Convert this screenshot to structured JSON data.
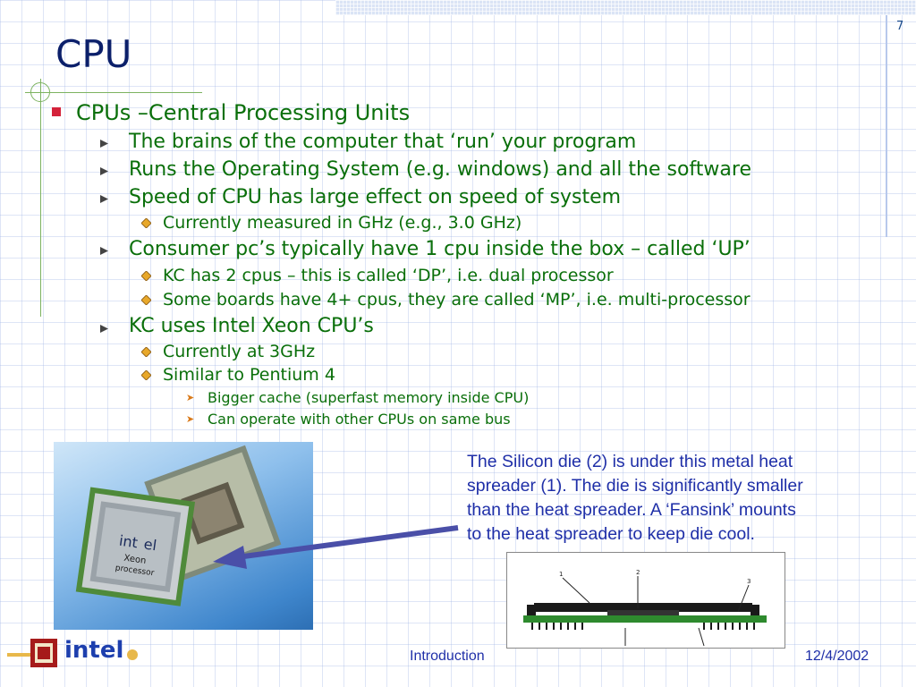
{
  "slide": {
    "number": "7",
    "title": "CPU"
  },
  "bullets": [
    {
      "level": 1,
      "text": "CPUs –Central Processing Units"
    },
    {
      "level": 2,
      "text": "The brains of the computer that ‘run’ your program"
    },
    {
      "level": 2,
      "text": "Runs the Operating System (e.g. windows) and all the software"
    },
    {
      "level": 2,
      "text": "Speed of CPU has large effect on speed of system"
    },
    {
      "level": 3,
      "text": "Currently measured in GHz (e.g., 3.0 GHz)"
    },
    {
      "level": 2,
      "text": "Consumer pc’s typically have 1 cpu inside the box – called ‘UP’"
    },
    {
      "level": 3,
      "text": "KC has 2 cpus – this is called ‘DP’, i.e. dual processor"
    },
    {
      "level": 3,
      "text": "Some boards have 4+ cpus, they are called ‘MP’, i.e. multi-processor"
    },
    {
      "level": 2,
      "text": "KC uses Intel Xeon CPU’s"
    },
    {
      "level": 3,
      "text": "Currently at 3GHz"
    },
    {
      "level": 3,
      "text": "Similar to Pentium 4"
    },
    {
      "level": 4,
      "text": "Bigger cache (superfast memory inside CPU)"
    },
    {
      "level": 4,
      "text": "Can operate with other CPUs on same bus"
    }
  ],
  "callout": {
    "lines": [
      "The Silicon die (2) is under this metal heat",
      "spreader (1).  The die is significantly smaller",
      "than the heat spreader.  A ‘Fansink’ mounts",
      "to the heat spreader to keep die cool."
    ]
  },
  "photo": {
    "chip_text": [
      "int",
      "el",
      "Xeon",
      "processor"
    ]
  },
  "diagram": {
    "labels": [
      "1",
      "2",
      "3"
    ]
  },
  "footer": {
    "center": "Introduction",
    "date": "12/4/2002",
    "logo_text": "intel"
  },
  "colors": {
    "title": "#0b1f6a",
    "bullet_text": "#0a6f0a",
    "body_blue": "#1f2fa8",
    "bullet_marker": "#d4223a",
    "arrow": "#4a4fa8"
  }
}
